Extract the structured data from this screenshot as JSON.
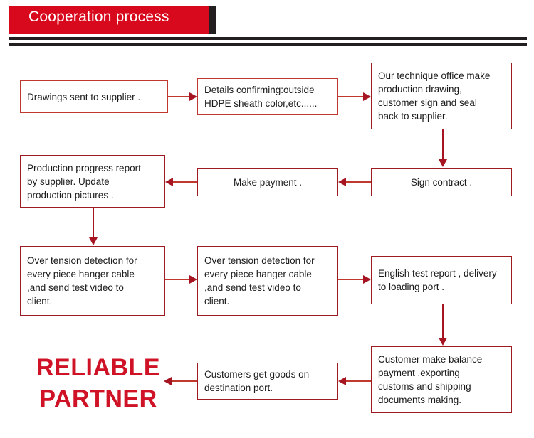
{
  "header": {
    "title": "Cooperation process",
    "banner_color": "#d8091c",
    "endcap_color": "#231f20",
    "rule_color": "#231f20",
    "title_color": "#ffffff"
  },
  "theme": {
    "box_border": "#c0392f",
    "box_border_dark": "#9e1b21",
    "arrow_color": "#a51420",
    "text_color": "#1a1a1a",
    "slogan_color": "#cf1225",
    "background": "#ffffff"
  },
  "flow": {
    "steps": [
      {
        "id": "drawings-sent",
        "text": "Drawings sent to supplier ."
      },
      {
        "id": "details-confirming",
        "text": "Details confirming:outside\nHDPE sheath color,etc......"
      },
      {
        "id": "technique-office",
        "text": "Our technique office make\nproduction drawing,\ncustomer sign and seal\nback to supplier."
      },
      {
        "id": "sign-contract",
        "text": "Sign contract ."
      },
      {
        "id": "make-payment",
        "text": "Make payment ."
      },
      {
        "id": "production-progress",
        "text": "Production progress report\nby supplier. Update\nproduction pictures ."
      },
      {
        "id": "over-tension-1",
        "text": "Over tension detection for\nevery piece hanger cable\n,and send test video to\nclient."
      },
      {
        "id": "over-tension-2",
        "text": "Over tension detection for\nevery piece hanger cable\n,and send test video to\nclient."
      },
      {
        "id": "english-test-report",
        "text": "English test report , delivery\nto loading port ."
      },
      {
        "id": "balance-payment",
        "text": "Customer make balance\npayment .exporting\ncustoms and shipping\ndocuments making."
      },
      {
        "id": "customers-get-goods",
        "text": "Customers get goods on\ndestination port."
      }
    ]
  },
  "slogan": {
    "line1": "RELIABLE",
    "line2": "PARTNER"
  }
}
